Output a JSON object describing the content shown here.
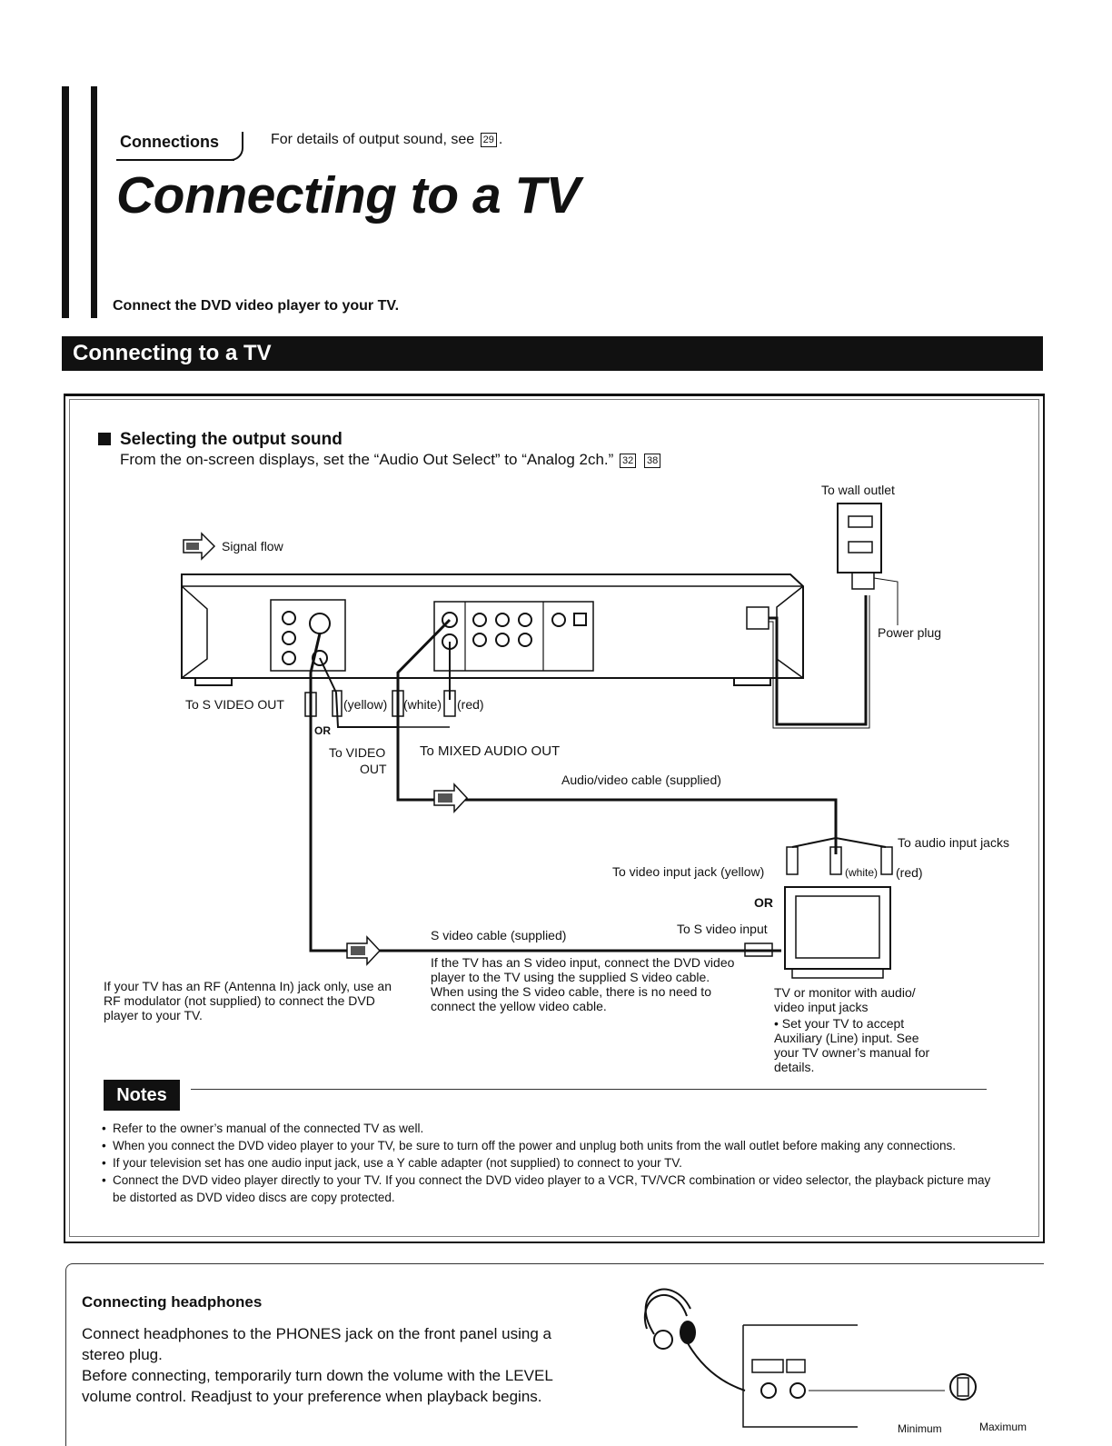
{
  "header": {
    "section_label": "Connections",
    "detail_note_prefix": "For details of output sound, see",
    "detail_note_ref": "29",
    "detail_note_suffix": ".",
    "page_title": "Connecting to a TV",
    "intro": "Connect the DVD video player to your TV."
  },
  "banner": {
    "title": "Connecting to a TV"
  },
  "output_sound": {
    "heading": "Selecting the output sound",
    "text": "From the on-screen displays, set the “Audio Out Select” to “Analog 2ch.”",
    "ref1": "32",
    "ref2": "38"
  },
  "diagram": {
    "to_wall_outlet": "To wall outlet",
    "signal_flow": "Signal flow",
    "power_plug": "Power plug",
    "to_s_video_out": "To S VIDEO OUT",
    "yellow": "(yellow)",
    "white": "(white)",
    "red": "(red)",
    "or1": "OR",
    "to_video_out_1": "To VIDEO",
    "to_video_out_2": "OUT",
    "to_mixed_audio_out": "To MIXED AUDIO OUT",
    "av_cable": "Audio/video cable (supplied)",
    "to_audio_input_jacks": "To audio input jacks",
    "to_video_input_jack": "To video input jack (yellow)",
    "white_2": "(white)",
    "red_2": "(red)",
    "or2": "OR",
    "s_video_cable": "S video cable (supplied)",
    "to_s_video_input": "To S video input",
    "s_video_note": "If the TV has an S video input, connect the DVD video player to the TV using the supplied S video cable. When using the S video cable, there is no need to connect the yellow video cable.",
    "rf_note": "If your TV has an RF (Antenna In) jack only, use an RF modulator (not supplied) to connect the DVD player to your TV.",
    "tv_caption": "TV or monitor with audio/ video input jacks",
    "tv_bullet": "Set your TV to accept Auxiliary (Line) input. See your TV owner’s manual for details."
  },
  "notes": {
    "heading": "Notes",
    "items": [
      "Refer to the owner’s manual of the connected TV as well.",
      "When you connect the DVD video player to your TV, be sure to turn off the power and unplug both units from the wall outlet before making any connections.",
      "If your television set has one audio input jack, use a Y cable adapter (not supplied) to connect to your TV.",
      "Connect the DVD video player directly to your TV. If you connect the DVD video player to a VCR, TV/VCR combination or video selector, the playback picture may be distorted as DVD video discs are copy protected."
    ]
  },
  "headphones": {
    "heading": "Connecting headphones",
    "text1": "Connect headphones to the PHONES jack on the front panel using a stereo plug.",
    "text2": "Before connecting, temporarily turn down the volume with the LEVEL volume control.  Readjust to your preference when playback begins.",
    "minimum": "Minimum",
    "maximum": "Maximum"
  }
}
